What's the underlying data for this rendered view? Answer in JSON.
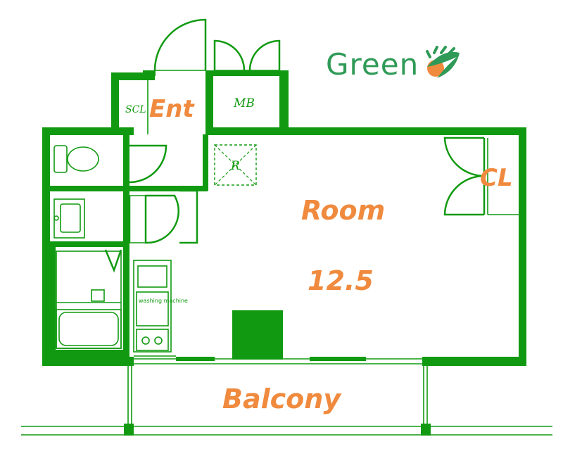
{
  "brand": {
    "name": "Green",
    "color": "#2f9a57"
  },
  "rooms": {
    "entrance": "Ent",
    "shoe_closet": "SCL",
    "meter_box": "MB",
    "room_name": "Room",
    "room_size": "12.5",
    "closet": "CL",
    "refrigerator": "R",
    "washing_machine": "washing machine",
    "balcony": "Balcony"
  },
  "colors": {
    "wall": "#119a11",
    "label": "#f08a3e"
  }
}
